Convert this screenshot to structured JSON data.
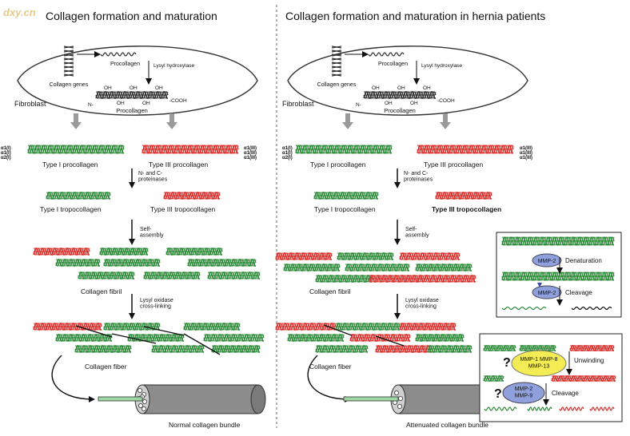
{
  "watermark": "dxy.cn",
  "colors": {
    "green": "#2e8b3a",
    "red": "#d9302c",
    "gray": "#9a9a9a",
    "panel_blue": "#8fa0dc",
    "panel_yellow": "#f3ec55"
  },
  "left": {
    "title": "Collagen formation and maturation",
    "collagen_genes": "Collagen genes",
    "procollagen_top": "Procollagen",
    "lysyl_hydroxylase": "Lysyl hydroxylase",
    "fibroblast": "Fibroblast",
    "procollagen_label": "Procollagen",
    "n_term": "N-",
    "cooh": "-COOH",
    "oh": "OH",
    "chains_left": [
      "α1(I)",
      "α1(I)",
      "α2(I)"
    ],
    "chains_right": [
      "α1(III)",
      "α1(III)",
      "α1(III)"
    ],
    "type1_procollagen": "Type I procollagen",
    "type3_procollagen": "Type III procollagen",
    "proteinases": "N- and C-\nproteinases",
    "type1_tropocollagen": "Type I tropocollagen",
    "type3_tropocollagen": "Type III tropocollagen",
    "self_assembly": "Self-\nassembly",
    "collagen_fibril": "Collagen fibril",
    "lysyl_oxidase": "Lysyl oxidase\ncross-linking",
    "collagen_fiber": "Collagen fiber",
    "bundle": "Normal collagen bundle"
  },
  "right": {
    "title": "Collagen formation and maturation in hernia patients",
    "collagen_genes": "Collagen genes",
    "procollagen_top": "Procollagen",
    "lysyl_hydroxylase": "Lysyl hydroxylase",
    "fibroblast": "Fibroblast",
    "procollagen_label": "Procollagen",
    "n_term": "N-",
    "cooh": "-COOH",
    "oh": "OH",
    "chains_left": [
      "α1(I)",
      "α1(I)",
      "α2(I)"
    ],
    "chains_right": [
      "α1(III)",
      "α1(III)",
      "α1(III)"
    ],
    "type1_procollagen": "Type I procollagen",
    "type3_procollagen": "Type III procollagen",
    "proteinases": "N- and C-\nproteinases",
    "type1_tropocollagen": "Type I tropocollagen",
    "type3_tropocollagen": "Type III tropocollagen",
    "self_assembly": "Self-\nassembly",
    "collagen_fibril": "Collagen fibril",
    "lysyl_oxidase": "Lysyl oxidase\ncross-linking",
    "collagen_fiber": "Collagen fiber",
    "bundle": "Attenuated collagen bundle"
  },
  "inset1": {
    "enzyme1": "MMP-2",
    "enzyme2": "MMP-2",
    "denaturation": "Denaturation",
    "cleavage": "Cleavage"
  },
  "inset2": {
    "question": "?",
    "yellow_enzymes": "MMP-1  MMP-8\nMMP-13",
    "blue_enzymes": "MMP-2\nMMP-9",
    "unwinding": "Unwinding",
    "cleavage": "Cleavage"
  }
}
